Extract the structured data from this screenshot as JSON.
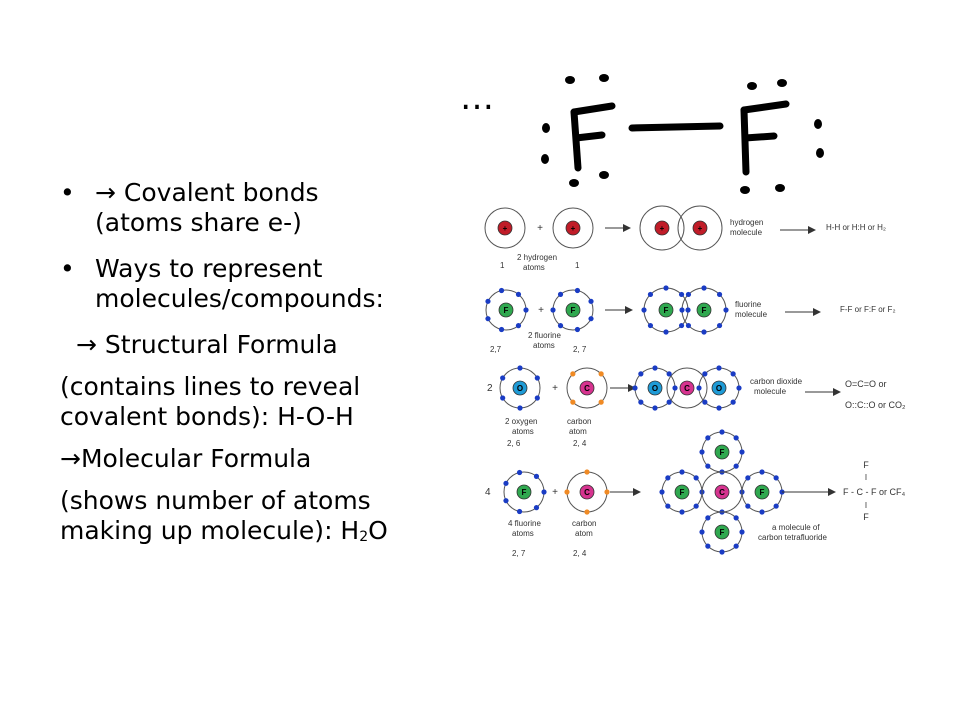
{
  "ellipsis": "…",
  "lewis": {
    "left_atom": "F",
    "right_atom": "F"
  },
  "bullets": [
    {
      "marker": "•",
      "lines": [
        "→ Covalent bonds",
        "(atoms share e-)"
      ]
    },
    {
      "marker": "•",
      "lines": [
        "Ways to represent",
        "molecules/compounds:"
      ]
    }
  ],
  "structural": {
    "heading": "→ Structural Formula",
    "desc_lines": [
      "(contains lines to reveal",
      "covalent bonds): H-O-H"
    ]
  },
  "molecular": {
    "heading": "→Molecular Formula",
    "desc_line1": "(shows number of atoms",
    "desc_line2_prefix": "making up molecule): H",
    "desc_line2_sub": "2",
    "desc_line2_suffix": "O"
  },
  "diagram": {
    "plus": "+",
    "colors": {
      "hydrogen": "#c01c28",
      "fluorine": "#2fa84f",
      "oxygen": "#1f9bd6",
      "carbon": "#d6338f",
      "electron_blue": "#1a3cc4",
      "electron_orange": "#f08a24"
    },
    "rows": [
      {
        "atom_symbol": "+",
        "count_label": "",
        "reactant_lines": [
          "2 hydrogen",
          "atoms"
        ],
        "config_left": "1",
        "config_right": "1",
        "product_lines": [
          "hydrogen",
          "molecule"
        ],
        "formula_lines": [
          "H-H or H:H or H₂"
        ]
      },
      {
        "atom_symbol": "F",
        "count_label": "",
        "reactant_lines": [
          "2 fluorine",
          "atoms"
        ],
        "config_left": "2,7",
        "config_right": "2, 7",
        "product_lines": [
          "fluorine",
          "molecule"
        ],
        "formula_lines": [
          "F-F or F:F or F₂"
        ]
      },
      {
        "atom_symbol": "O",
        "second_symbol": "C",
        "count_label": "2",
        "reactant_lines": [
          "2 oxygen",
          "atoms"
        ],
        "reactant2_lines": [
          "carbon",
          "atom"
        ],
        "config_left": "2, 6",
        "config_right": "2, 4",
        "product_lines": [
          "carbon dioxide",
          "molecule"
        ],
        "formula_lines": [
          "O=C=O or",
          "O::C::O or CO₂"
        ]
      },
      {
        "atom_symbol": "F",
        "second_symbol": "C",
        "count_label": "4",
        "reactant_lines": [
          "4 fluorine",
          "atoms"
        ],
        "reactant2_lines": [
          "carbon",
          "atom"
        ],
        "config_left": "2, 7",
        "config_right": "2, 4",
        "product_lines": [
          "a molecule of",
          "carbon tetrafluoride"
        ],
        "formula_lines": [
          "F",
          "I",
          "F  -  C  -  F or CF₄",
          "I",
          "F"
        ]
      }
    ]
  }
}
